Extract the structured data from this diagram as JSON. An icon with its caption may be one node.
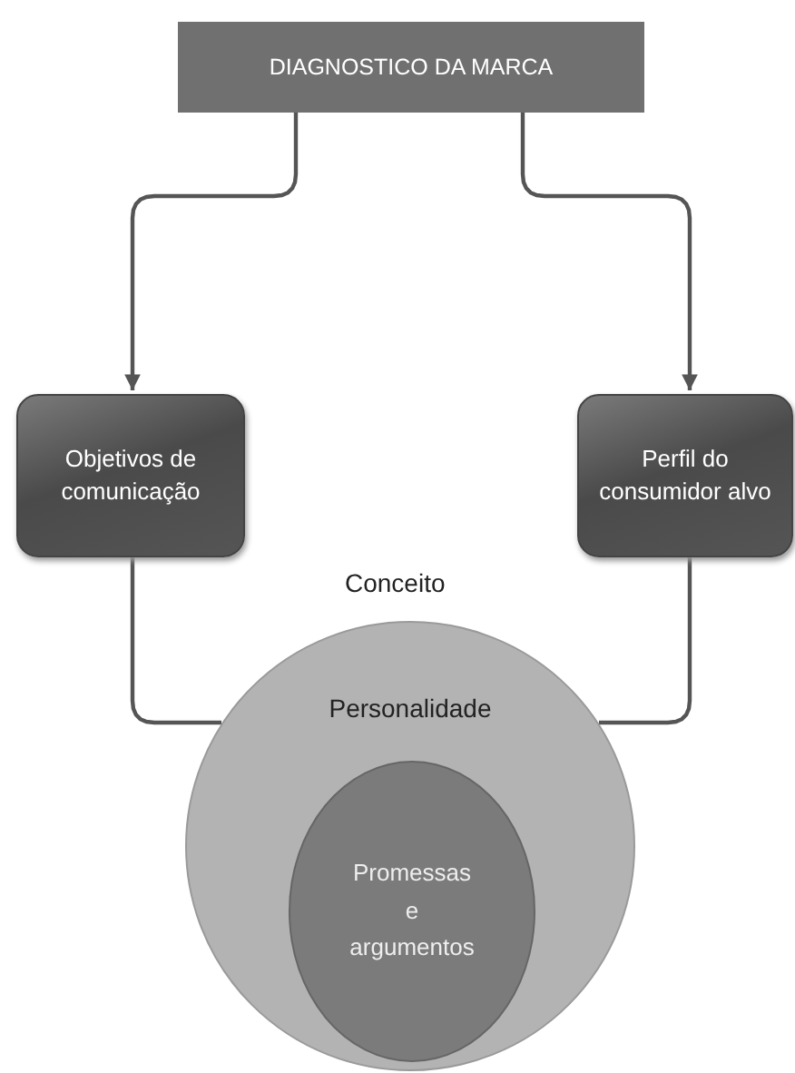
{
  "diagram": {
    "nodes": [
      {
        "text": [
          "DIAGNOSTICO DA MARCA"
        ]
      },
      {
        "text": [
          "Objetivos de comunicação"
        ]
      },
      {
        "text": [
          "Perfil do consumidor alvo"
        ]
      },
      {
        "text": [
          "Personalidade"
        ]
      },
      {
        "text": [
          "Promessas e argumentos"
        ],
        "in": 3
      }
    ],
    "edges": [
      {
        "from": 0,
        "to": 1,
        "arrow": "to"
      },
      {
        "from": 0,
        "to": 2,
        "arrow": "to"
      },
      {
        "from": 1,
        "to": 3,
        "arrow": "none"
      },
      {
        "from": 2,
        "to": 3,
        "arrow": "none"
      }
    ],
    "labels": [
      "Conceito"
    ]
  }
}
